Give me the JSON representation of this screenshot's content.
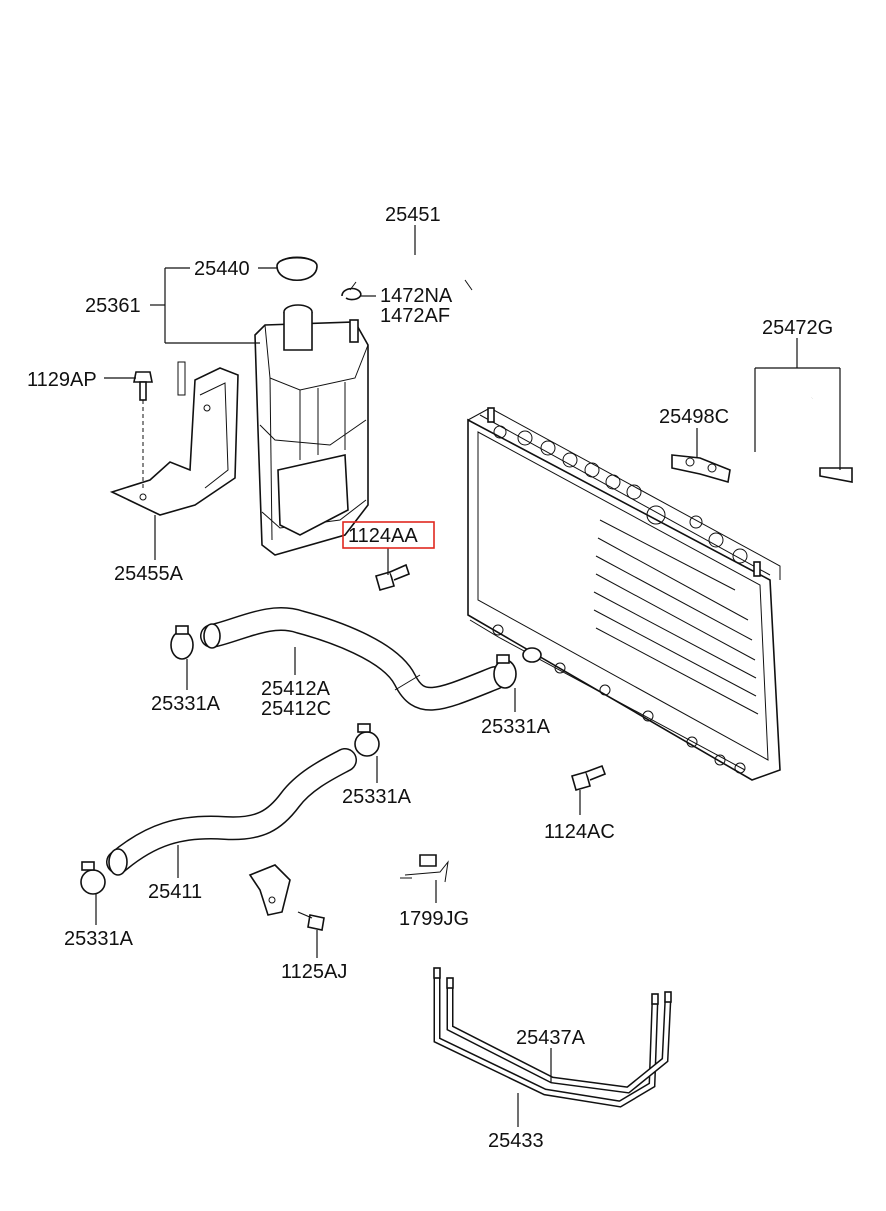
{
  "diagram": {
    "parts": {
      "p25451": "25451",
      "p25440": "25440",
      "p25361": "25361",
      "p1472NA": "1472NA",
      "p1472AF": "1472AF",
      "p1129AP": "1129AP",
      "p25455A": "25455A",
      "p1124AA": "1124AA",
      "p25472G": "25472G",
      "p25498C": "25498C",
      "p25331A_1": "25331A",
      "p25412A": "25412A",
      "p25412C": "25412C",
      "p25331A_2": "25331A",
      "p25331A_3": "25331A",
      "p1124AC": "1124AC",
      "p25411": "25411",
      "p25331A_4": "25331A",
      "p1125AJ": "1125AJ",
      "p1799JG": "1799JG",
      "p25437A": "25437A",
      "p25433": "25433"
    },
    "highlighted_part": "1124AA",
    "highlight_color": "#e0281f"
  }
}
